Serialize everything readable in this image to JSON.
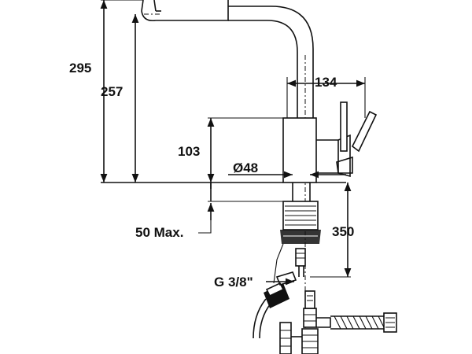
{
  "dimensions": {
    "total_height": "295",
    "spout_height": "257",
    "spout_reach": "134",
    "lever_height": "103",
    "body_diameter": "Ø48",
    "max_thickness": "50 Max.",
    "hose_length": "350",
    "connection_thread": "G 3/8\""
  }
}
